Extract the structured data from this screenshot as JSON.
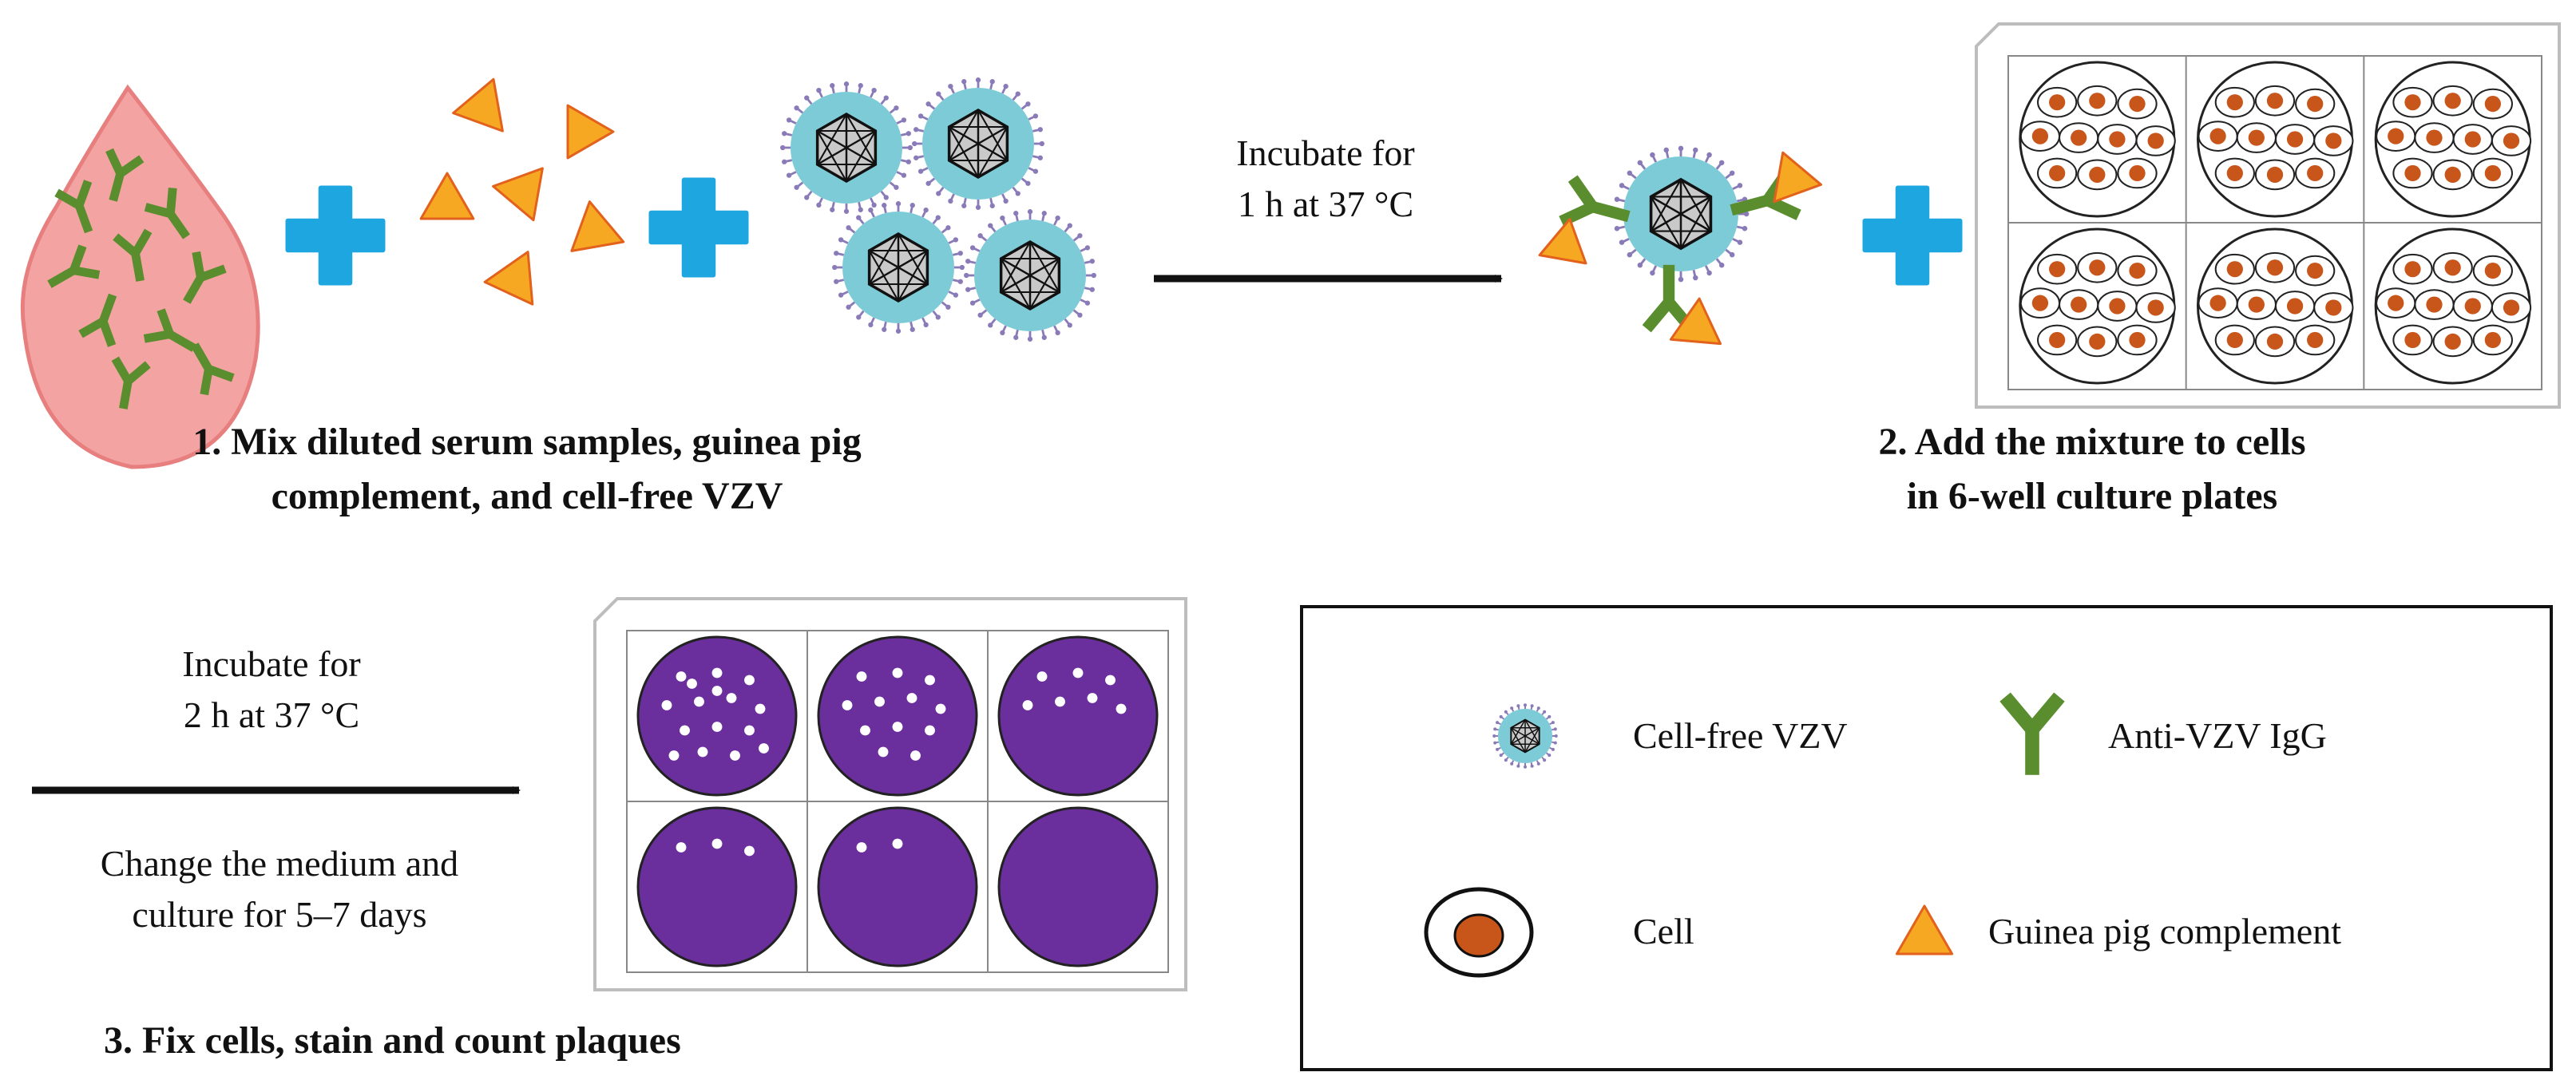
{
  "step1": {
    "line1": "1. Mix diluted serum samples, guinea pig",
    "line2": "complement, and cell-free VZV"
  },
  "arrow1": {
    "line1": "Incubate for",
    "line2": "1 h at 37 °C"
  },
  "step2": {
    "line1": "2. Add the mixture to cells",
    "line2": "in 6-well culture plates"
  },
  "arrow2": {
    "top1": "Incubate for",
    "top2": "2 h at 37 °C",
    "bottom1": "Change the medium and",
    "bottom2": "culture for 5–7 days"
  },
  "step3": {
    "label": "3. Fix cells, stain and count plaques"
  },
  "legend": {
    "virus": "Cell-free VZV",
    "antibody": "Anti-VZV IgG",
    "cell": "Cell",
    "complement": "Guinea pig complement"
  },
  "plaque_counts": [
    16,
    12,
    7,
    3,
    2,
    0
  ],
  "colors": {
    "serum_drop": "#f4a3a3",
    "antibody": "#5a8d2e",
    "complement": "#f7a823",
    "virus_envelope": "#7ecbd8",
    "plus_sign": "#1ea6e0",
    "stained_well": "#6a2f9d",
    "cell_nucleus": "#c8561a"
  }
}
